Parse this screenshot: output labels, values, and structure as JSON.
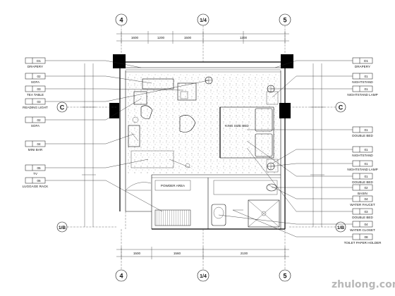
{
  "grid": {
    "top": [
      "4",
      "1/4",
      "5"
    ],
    "bottom": [
      "4",
      "1/4",
      "5"
    ],
    "left_c": "C",
    "right_c": "C",
    "left_d": "1/B",
    "right_d": "1/B"
  },
  "dims_top": [
    "1600",
    "1200",
    "1500",
    "1200"
  ],
  "dims_bottom": [
    "1500",
    "1560",
    "2100"
  ],
  "left_labels": [
    {
      "code": "D1",
      "name": "DRAPERY"
    },
    {
      "code": "02",
      "name": "SOFA"
    },
    {
      "code": "03",
      "name": "TEA TABLE"
    },
    {
      "code": "03",
      "name": "READING LIGHT"
    },
    {
      "code": "02",
      "name": "SOFA"
    },
    {
      "code": "04",
      "name": "MINI BAR"
    },
    {
      "code": "05",
      "name": "TV"
    },
    {
      "code": "06",
      "name": "LUGGAGE RACK"
    }
  ],
  "right_labels": [
    {
      "code": "D1",
      "name": "DRAPERY"
    },
    {
      "code": "01",
      "name": "NIGHTSTAND"
    },
    {
      "code": "01",
      "name": "NIGHTSTAND LAMP"
    },
    {
      "code": "01",
      "name": "DOUBLE BED"
    },
    {
      "code": "01",
      "name": "NIGHTSTAND"
    },
    {
      "code": "01",
      "name": "NIGHTSTAND LAMP"
    },
    {
      "code": "01",
      "name": "DOUBLE BED"
    },
    {
      "code": "02",
      "name": "BASIN"
    },
    {
      "code": "04",
      "name": "WATER FAUCET"
    },
    {
      "code": "03",
      "name": "DOUBLE BED"
    },
    {
      "code": "04",
      "name": "WATER CLOSET"
    },
    {
      "code": "08",
      "name": "TOILET PAPER HOLDER"
    }
  ],
  "watermark": "zhulong.com"
}
